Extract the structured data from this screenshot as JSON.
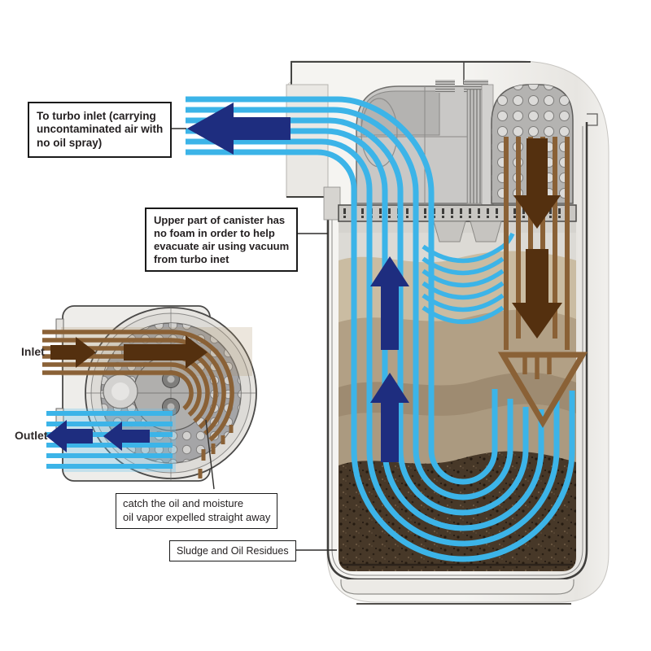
{
  "annotations": {
    "turbo_inlet": {
      "text": "To turbo inlet (carrying\nuncontaminated air with\nno oil spray)"
    },
    "upper_part": {
      "text": "Upper part of canister has\nno foam in order to help\nevacuate air using vacuum\nfrom turbo inet"
    },
    "catch_oil": {
      "text": "catch the oil and moisture\noil vapor expelled straight away"
    },
    "sludge": {
      "text": "Sludge and Oil Residues"
    },
    "inlet": {
      "text": "Inlet"
    },
    "outlet": {
      "text": "Outlet"
    }
  },
  "colors": {
    "clean_air": "#3cb4e8",
    "clean_air_arrow": "#1e2d7f",
    "oil_line": "#8a6136",
    "oil_arrow": "#54300f",
    "sludge_fill": "#473828",
    "foam_light": "#cabca2",
    "foam_mid": "#b2a085",
    "foam_dark": "#9e8b71",
    "foam_pale": "#ab9a80",
    "label_border": "#1a1a1a",
    "text": "#231f20"
  }
}
